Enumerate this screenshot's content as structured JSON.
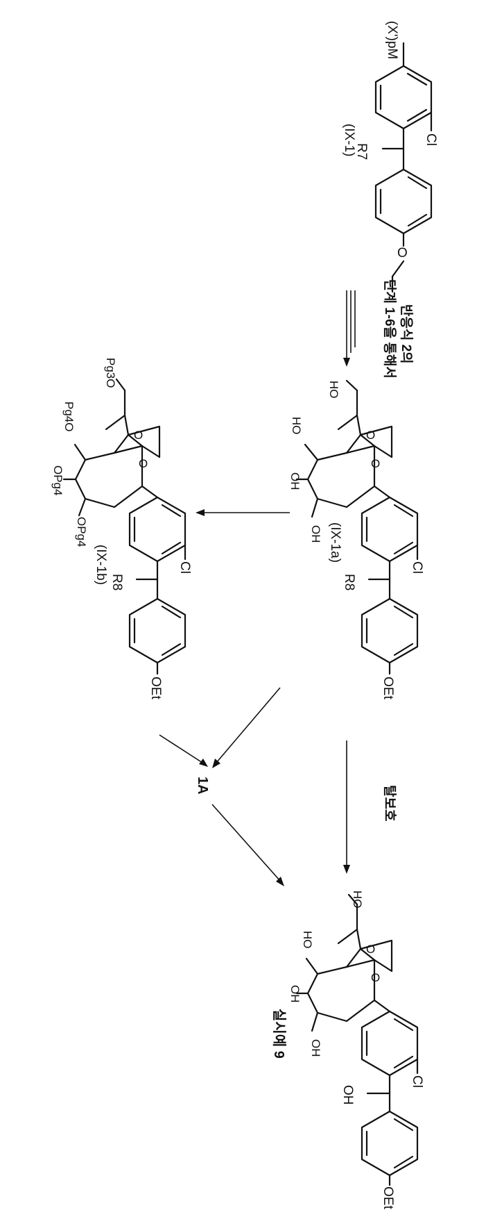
{
  "compounds": {
    "ix1": {
      "label": "(IX-1)",
      "metal_group": "(X')pM",
      "r_group": "R7",
      "chloro": "Cl"
    },
    "ix1a": {
      "label": "(IX-1a)",
      "r_group": "R8",
      "chloro": "Cl",
      "ethoxy": "OEt",
      "hydroxyls": [
        "HO",
        "HO",
        "OH",
        "OH"
      ]
    },
    "ix1b": {
      "label": "(IX-1b)",
      "r_group": "R8",
      "chloro": "Cl",
      "ethoxy": "OEt",
      "protected_oxygens": [
        "Pg3O",
        "Pg4O",
        "OPg4",
        "OPg4"
      ]
    },
    "product": {
      "label": "실시예 9",
      "chloro": "Cl",
      "ethoxy": "OEt",
      "benzylic_oh": "OH",
      "hydroxyls": [
        "HO",
        "HO",
        "OH",
        "OH"
      ]
    },
    "intermediate": {
      "label": "1A"
    }
  },
  "arrows": {
    "step1_text_line1": "반응식 2의",
    "step1_text_line2": "단계 1-6을 통해서",
    "deprotection_text": "탈보호"
  }
}
